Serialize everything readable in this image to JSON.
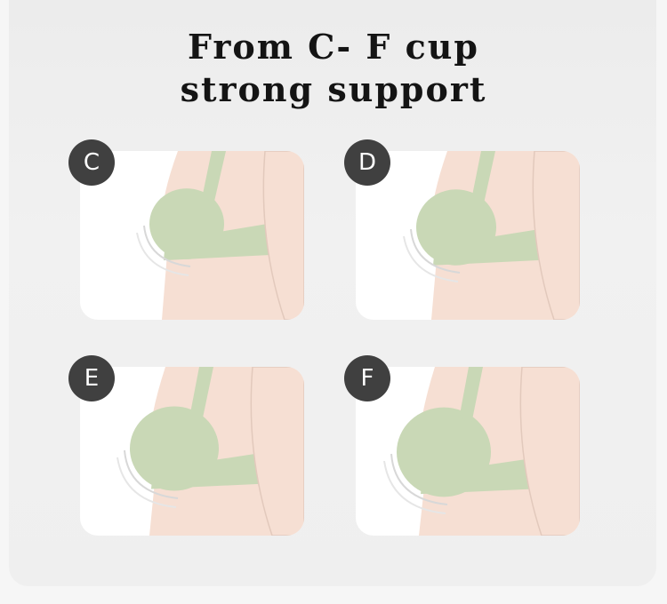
{
  "title": {
    "line1": "From C- F cup",
    "line2": "strong support"
  },
  "sizes": [
    {
      "label": "C",
      "icon": "bust-c-illustration"
    },
    {
      "label": "D",
      "icon": "bust-d-illustration"
    },
    {
      "label": "E",
      "icon": "bust-e-illustration"
    },
    {
      "label": "F",
      "icon": "bust-f-illustration"
    }
  ],
  "colors": {
    "skin": "#f6dfd3",
    "bra": "#c9d8b6",
    "badge": "#404040",
    "outline": "#e2c9bc"
  }
}
